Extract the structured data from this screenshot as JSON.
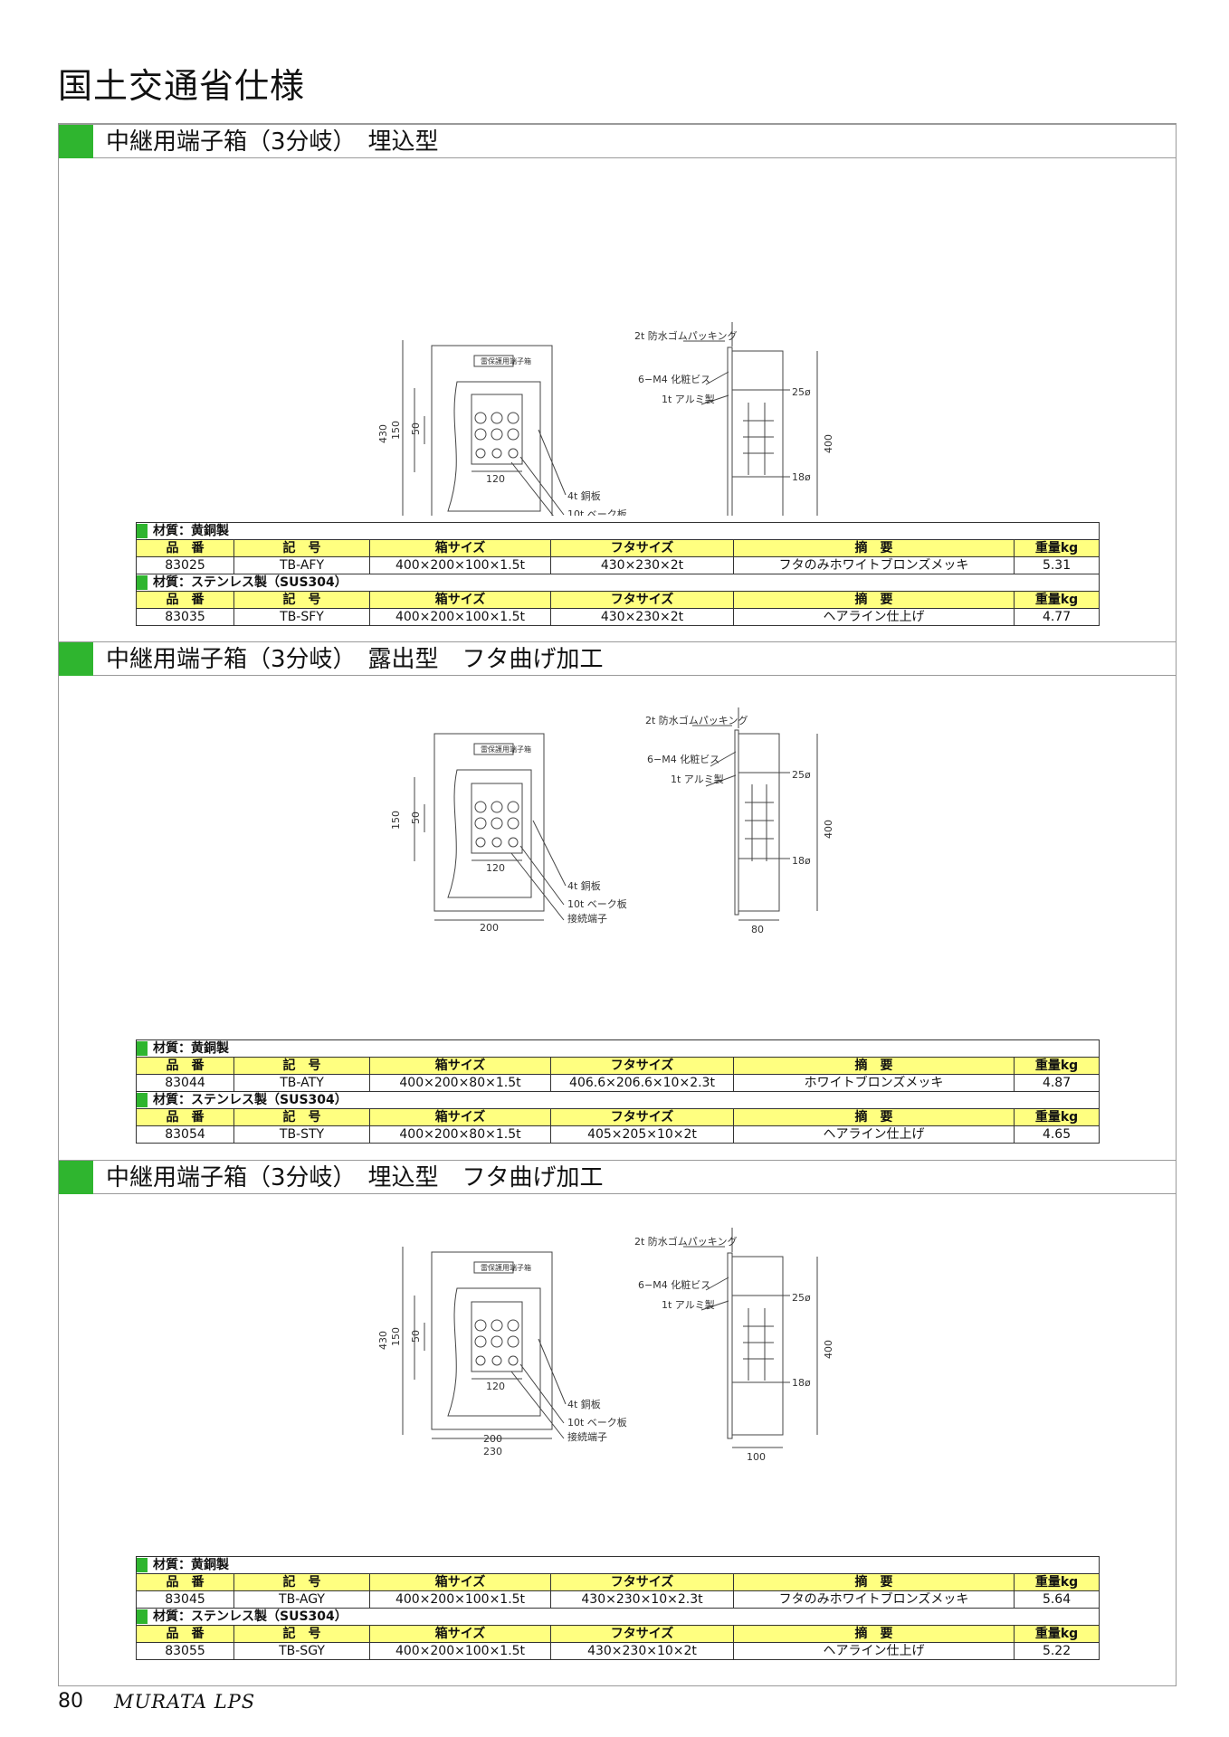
{
  "page_title": "国土交通省仕様",
  "columns": [
    "品　番",
    "記　号",
    "箱サイズ",
    "フタサイズ",
    "摘　要",
    "重量kg"
  ],
  "drawing_labels": {
    "nameplate": "雷保護用端子箱",
    "packing": "2t 防水ゴムパッキング",
    "screw": "6−M4 化粧ビス",
    "aluminum": "1t アルミ製",
    "copper": "4t 銅板",
    "bakelite": "10t ベーク板",
    "terminal": "接続端子",
    "dia_top": "25ø",
    "dia_bottom": "18ø",
    "dim_400": "400",
    "dim_430": "430",
    "dim_150": "150",
    "dim_50": "50",
    "dim_120": "120",
    "dim_200": "200",
    "dim_230": "230",
    "dim_100": "100",
    "dim_80": "80"
  },
  "sections": [
    {
      "title": "中継用端子箱（3分岐）　埋込型",
      "groups": [
        {
          "material": "材質：黄銅製",
          "rows": [
            [
              "83025",
              "TB-AFY",
              "400×200×100×1.5t",
              "430×230×2t",
              "フタのみホワイトブロンズメッキ",
              "5.31"
            ]
          ]
        },
        {
          "material": "材質：ステンレス製（SUS304）",
          "rows": [
            [
              "83035",
              "TB-SFY",
              "400×200×100×1.5t",
              "430×230×2t",
              "ヘアライン仕上げ",
              "4.77"
            ]
          ]
        }
      ]
    },
    {
      "title": "中継用端子箱（3分岐）　露出型　フタ曲げ加工",
      "groups": [
        {
          "material": "材質：黄銅製",
          "rows": [
            [
              "83044",
              "TB-ATY",
              "400×200×80×1.5t",
              "406.6×206.6×10×2.3t",
              "ホワイトブロンズメッキ",
              "4.87"
            ]
          ]
        },
        {
          "material": "材質：ステンレス製（SUS304）",
          "rows": [
            [
              "83054",
              "TB-STY",
              "400×200×80×1.5t",
              "405×205×10×2t",
              "ヘアライン仕上げ",
              "4.65"
            ]
          ]
        }
      ]
    },
    {
      "title": "中継用端子箱（3分岐）　埋込型　フタ曲げ加工",
      "groups": [
        {
          "material": "材質：黄銅製",
          "rows": [
            [
              "83045",
              "TB-AGY",
              "400×200×100×1.5t",
              "430×230×10×2.3t",
              "フタのみホワイトブロンズメッキ",
              "5.64"
            ]
          ]
        },
        {
          "material": "材質：ステンレス製（SUS304）",
          "rows": [
            [
              "83055",
              "TB-SGY",
              "400×200×100×1.5t",
              "430×230×10×2t",
              "ヘアライン仕上げ",
              "5.22"
            ]
          ]
        }
      ]
    }
  ],
  "footer": {
    "page_number": "80",
    "brand": "MURATA LPS"
  }
}
